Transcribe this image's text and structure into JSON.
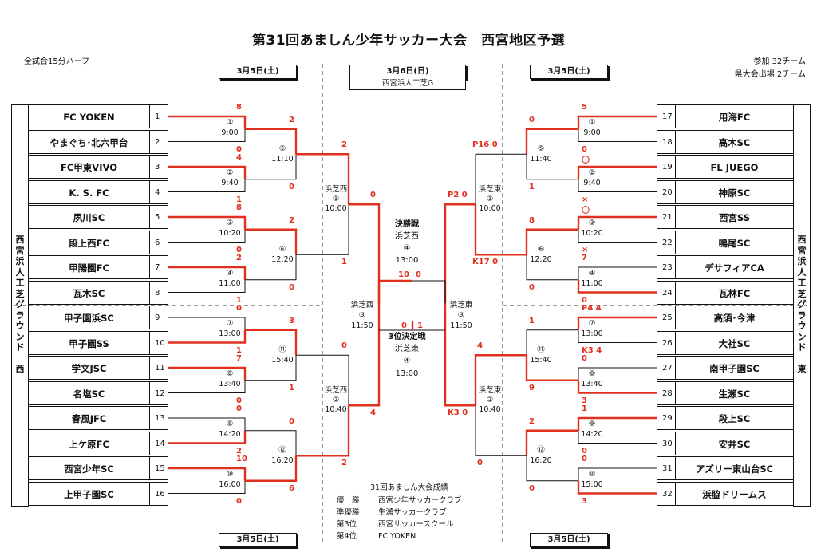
{
  "header": {
    "title": "第31回あましん少年サッカー大会　西宮地区予選",
    "note_left": "全試合15分ハーフ",
    "note_right1": "参加 32チーム",
    "note_right2": "県大会出場 2チーム"
  },
  "dates": {
    "left_top": "3月5日(土)",
    "center_top": "3月6日(日)",
    "center_venue": "西宮浜人工芝G",
    "right_top": "3月5日(土)",
    "left_bottom": "3月5日(土)",
    "right_bottom": "3月5日(土)"
  },
  "sides": {
    "left": [
      "西",
      "宮",
      "浜",
      "人",
      "工",
      "芝",
      "グ",
      "ラ",
      "ウ",
      "ン",
      "ド",
      "",
      "西"
    ],
    "right": [
      "西",
      "宮",
      "浜",
      "人",
      "工",
      "芝",
      "グ",
      "ラ",
      "ウ",
      "ン",
      "ド",
      "",
      "東"
    ]
  },
  "teams_left": [
    {
      "name": "FC YOKEN",
      "num": "1"
    },
    {
      "name": "やまぐち･北六甲台",
      "num": "2"
    },
    {
      "name": "FC甲東VIVO",
      "num": "3"
    },
    {
      "name": "K. S. FC",
      "num": "4"
    },
    {
      "name": "夙川SC",
      "num": "5"
    },
    {
      "name": "段上西FC",
      "num": "6"
    },
    {
      "name": "甲陽園FC",
      "num": "7"
    },
    {
      "name": "瓦木SC",
      "num": "8"
    },
    {
      "name": "甲子園浜SC",
      "num": "9"
    },
    {
      "name": "甲子園SS",
      "num": "10"
    },
    {
      "name": "学文JSC",
      "num": "11"
    },
    {
      "name": "名塩SC",
      "num": "12"
    },
    {
      "name": "春風JFC",
      "num": "13"
    },
    {
      "name": "上ケ原FC",
      "num": "14"
    },
    {
      "name": "西宮少年SC",
      "num": "15"
    },
    {
      "name": "上甲子園SC",
      "num": "16"
    }
  ],
  "teams_right": [
    {
      "name": "用海FC",
      "num": "17"
    },
    {
      "name": "高木SC",
      "num": "18"
    },
    {
      "name": "FL JUEGO",
      "num": "19"
    },
    {
      "name": "神原SC",
      "num": "20"
    },
    {
      "name": "西宮SS",
      "num": "21"
    },
    {
      "name": "鳴尾SC",
      "num": "22"
    },
    {
      "name": "デサフィアCA",
      "num": "23"
    },
    {
      "name": "瓦林FC",
      "num": "24"
    },
    {
      "name": "高須･今津",
      "num": "25"
    },
    {
      "name": "大社SC",
      "num": "26"
    },
    {
      "name": "南甲子園SC",
      "num": "27"
    },
    {
      "name": "生瀬SC",
      "num": "28"
    },
    {
      "name": "段上SC",
      "num": "29"
    },
    {
      "name": "安井SC",
      "num": "30"
    },
    {
      "name": "アズリー東山台SC",
      "num": "31"
    },
    {
      "name": "浜脇ドリームス",
      "num": "32"
    }
  ],
  "r1_left": [
    {
      "label": "①",
      "time": "9:00",
      "top": "8",
      "bot": "0"
    },
    {
      "label": "②",
      "time": "9:40",
      "top": "4",
      "bot": "1"
    },
    {
      "label": "③",
      "time": "10:20",
      "top": "8",
      "bot": "0"
    },
    {
      "label": "④",
      "time": "11:00",
      "top": "2",
      "bot": "1"
    },
    {
      "label": "⑦",
      "time": "13:00",
      "top": "0",
      "bot": "1"
    },
    {
      "label": "⑧",
      "time": "13:40",
      "top": "7",
      "bot": "0"
    },
    {
      "label": "⑨",
      "time": "14:20",
      "top": "0",
      "bot": "2"
    },
    {
      "label": "⑩",
      "time": "16:00",
      "top": "10",
      "bot": "0"
    }
  ],
  "r2_left": [
    {
      "label": "⑤",
      "time": "11:10",
      "top": "2",
      "bot": "0"
    },
    {
      "label": "⑥",
      "time": "12:20",
      "top": "2",
      "bot": "0"
    },
    {
      "label": "⑪",
      "time": "15:40",
      "top": "3",
      "bot": "1"
    },
    {
      "label": "⑫",
      "time": "16:20",
      "top": "0",
      "bot": "6"
    }
  ],
  "r3_left": [
    {
      "venue": "浜芝西",
      "label": "①",
      "time": "10:00",
      "top": "2",
      "bot": "1"
    },
    {
      "venue": "浜芝西",
      "label": "②",
      "time": "10:40",
      "top": "0",
      "bot": "2"
    }
  ],
  "sf_left": {
    "venue": "浜芝西",
    "label": "③",
    "time": "11:50",
    "top": "0",
    "bot": "4"
  },
  "r1_right": [
    {
      "label": "①",
      "time": "9:00",
      "top": "5",
      "bot": "0"
    },
    {
      "label": "②",
      "time": "9:40",
      "top": "〇",
      "bot": "×"
    },
    {
      "label": "③",
      "time": "10:20",
      "top": "〇",
      "bot": "×"
    },
    {
      "label": "④",
      "time": "11:00",
      "top": "7",
      "bot": "0"
    },
    {
      "label": "⑦",
      "time": "13:00",
      "top": "P4 4",
      "bot": "K3 4"
    },
    {
      "label": "⑧",
      "time": "13:40",
      "top": "0",
      "bot": "3"
    },
    {
      "label": "⑨",
      "time": "14:20",
      "top": "1",
      "bot": "0"
    },
    {
      "label": "⑩",
      "time": "15:00",
      "top": "0",
      "bot": "3"
    }
  ],
  "r2_right": [
    {
      "label": "⑤",
      "time": "11:40",
      "top": "0",
      "bot": "1"
    },
    {
      "label": "⑥",
      "time": "12:20",
      "top": "8",
      "bot": "0"
    },
    {
      "label": "⑪",
      "time": "15:40",
      "top": "1",
      "bot": "9"
    },
    {
      "label": "⑫",
      "time": "16:20",
      "top": "2",
      "bot": "0"
    }
  ],
  "r3_right": [
    {
      "venue": "浜芝東",
      "label": "①",
      "time": "10:00",
      "top": "P16 0",
      "bot": "K17 0"
    },
    {
      "venue": "浜芝東",
      "label": "②",
      "time": "10:40",
      "top": "4",
      "bot": "0"
    }
  ],
  "sf_right": {
    "venue": "浜芝東",
    "label": "③",
    "time": "11:50",
    "top": "P2 0",
    "bot": "K3 0"
  },
  "final": {
    "title": "決勝戦",
    "venue": "浜芝西",
    "label": "④",
    "time": "13:00",
    "left": "10",
    "right": "0"
  },
  "third": {
    "title": "3位決定戦",
    "venue": "浜芝東",
    "label": "④",
    "time": "13:00",
    "left": "0",
    "right": "1"
  },
  "results": {
    "heading": "31回あましん大会成績",
    "rows": [
      {
        "rank": "優　勝",
        "team": "西宮少年サッカークラブ"
      },
      {
        "rank": "準優勝",
        "team": "生瀬サッカークラブ"
      },
      {
        "rank": "第3位",
        "team": "西宮サッカースクール"
      },
      {
        "rank": "第4位",
        "team": "FC YOKEN"
      }
    ]
  },
  "colors": {
    "winner_line": "#e0301e",
    "line": "#111111",
    "score": "#e0301e"
  }
}
